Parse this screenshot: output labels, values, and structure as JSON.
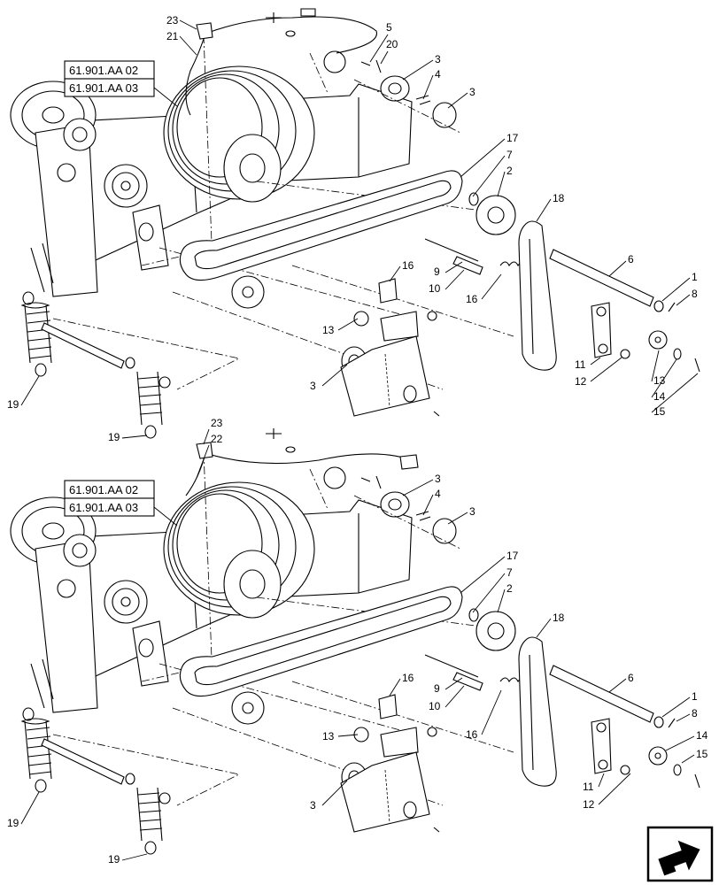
{
  "reference_boxes": {
    "top": [
      "61.901.AA 02",
      "61.901.AA 03"
    ],
    "bottom": [
      "61.901.AA 02",
      "61.901.AA 03"
    ]
  },
  "callouts": {
    "top": [
      "23",
      "21",
      "5",
      "20",
      "3",
      "4",
      "3",
      "17",
      "7",
      "2",
      "18",
      "6",
      "1",
      "8",
      "16",
      "9",
      "10",
      "16",
      "13",
      "3",
      "11",
      "12",
      "13",
      "14",
      "15",
      "19",
      "19"
    ],
    "bottom": [
      "23",
      "22",
      "3",
      "4",
      "3",
      "17",
      "7",
      "2",
      "18",
      "6",
      "1",
      "8",
      "14",
      "15",
      "16",
      "9",
      "10",
      "16",
      "13",
      "3",
      "11",
      "12",
      "19",
      "19"
    ]
  },
  "nav_icon": "next-page-arrow-icon"
}
